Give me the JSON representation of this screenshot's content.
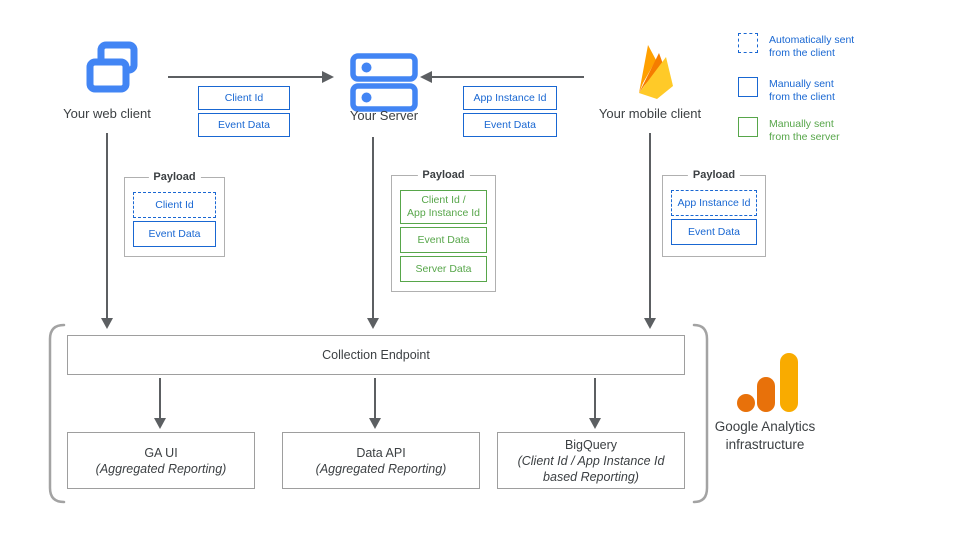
{
  "nodes": {
    "web_client": {
      "label": "Your web client"
    },
    "server": {
      "label": "Your Server"
    },
    "mobile_client": {
      "label": "Your mobile client"
    }
  },
  "flow_labels": {
    "web_to_server": [
      "Client Id",
      "Event Data"
    ],
    "mobile_to_server": [
      "App Instance Id",
      "Event Data"
    ]
  },
  "payloads": [
    {
      "title": "Payload",
      "owner": "web-client",
      "items": [
        {
          "label": "Client Id",
          "style": "automatically sent from the client"
        },
        {
          "label": "Event Data",
          "style": "manually sent from the client"
        }
      ]
    },
    {
      "title": "Payload",
      "owner": "server",
      "items": [
        {
          "label": "Client Id /\nApp Instance Id",
          "style": "manually sent from the server"
        },
        {
          "label": "Event Data",
          "style": "manually sent from the server"
        },
        {
          "label": "Server Data",
          "style": "manually sent from the server"
        }
      ]
    },
    {
      "title": "Payload",
      "owner": "mobile-client",
      "items": [
        {
          "label": "App Instance Id",
          "style": "automatically sent from the client"
        },
        {
          "label": "Event Data",
          "style": "manually sent from the client"
        }
      ]
    }
  ],
  "legend": {
    "items": [
      {
        "swatch": "dashed-blue-box",
        "text": "Automatically sent\nfrom the client"
      },
      {
        "swatch": "solid-blue-box",
        "text": "Manually sent\nfrom the client"
      },
      {
        "swatch": "solid-green-box",
        "text": "Manually sent\nfrom the server"
      }
    ]
  },
  "infrastructure": {
    "endpoint_label": "Collection Endpoint",
    "outputs": [
      {
        "title": "GA UI",
        "subtitle": "(Aggregated Reporting)"
      },
      {
        "title": "Data API",
        "subtitle": "(Aggregated Reporting)"
      },
      {
        "title": "BigQuery",
        "subtitle": "(Client Id / App Instance Id\nbased Reporting)"
      }
    ],
    "caption": "Google Analytics\ninfrastructure"
  },
  "colors": {
    "blue_accent": "#1967D2",
    "icon_blue": "#4285F4",
    "green_accent": "#57A64A",
    "arrow_gray": "#5C5F62",
    "border_gray": "#9E9E9E",
    "text_dark": "#3C4043",
    "firebase_yellow": "#FFCA28",
    "firebase_orange": "#FFA000",
    "firebase_dark_orange": "#F57C00",
    "ga_logo_orange": "#E8710A",
    "ga_logo_amber": "#F9AB00"
  }
}
